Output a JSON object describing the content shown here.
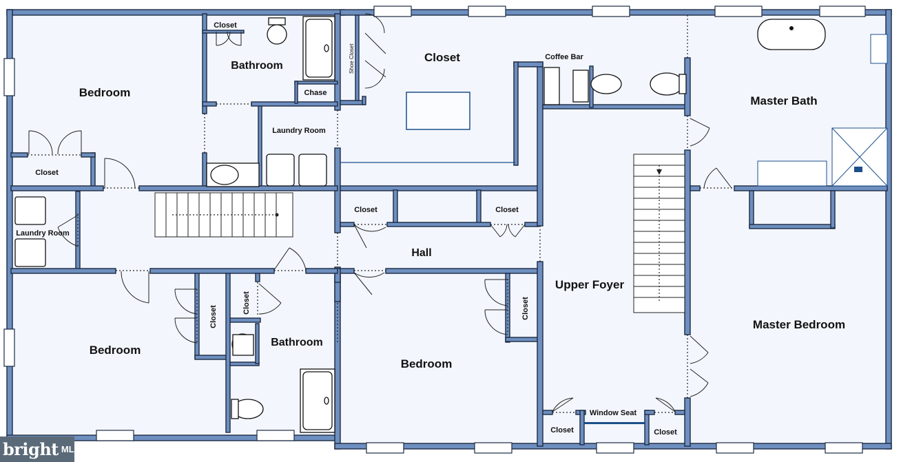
{
  "rooms": {
    "bedroom_nw": "Bedroom",
    "closet_top": "Closet",
    "bathroom_top": "Bathroom",
    "chase": "Chase",
    "shoe_closet": "Shoe Closet",
    "closet_walkin": "Closet",
    "coffee_bar": "Coffee Bar",
    "master_bath": "Master Bath",
    "laundry_room_upper": "Laundry Room",
    "closet_nw": "Closet",
    "laundry_room_lower": "Laundry Room",
    "closet_hall_1": "Closet",
    "closet_hall_2": "Closet",
    "hall": "Hall",
    "upper_foyer": "Upper Foyer",
    "master_bedroom": "Master Bedroom",
    "closet_sw_1": "Closet",
    "closet_sw_2": "Closet",
    "bedroom_sw": "Bedroom",
    "bathroom_bottom": "Bathroom",
    "closet_bedroom_s": "Closet",
    "bedroom_s": "Bedroom",
    "window_seat": "Window Seat",
    "closet_ws_left": "Closet",
    "closet_ws_right": "Closet"
  },
  "watermark": {
    "brand": "bright",
    "suffix": "MLS"
  }
}
